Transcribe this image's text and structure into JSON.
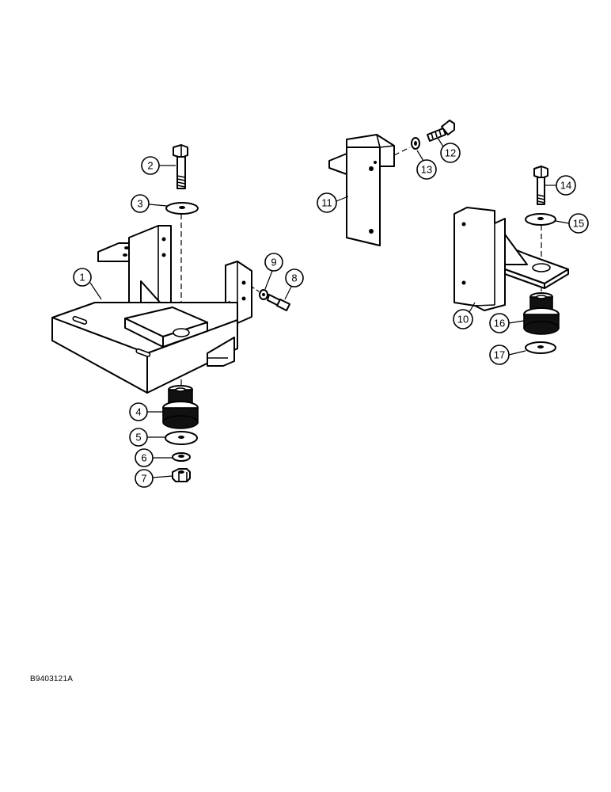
{
  "diagram": {
    "figure_id": "B9403121A",
    "callouts": [
      "1",
      "2",
      "3",
      "4",
      "5",
      "6",
      "7",
      "8",
      "9",
      "10",
      "11",
      "12",
      "13",
      "14",
      "15",
      "16",
      "17"
    ]
  }
}
